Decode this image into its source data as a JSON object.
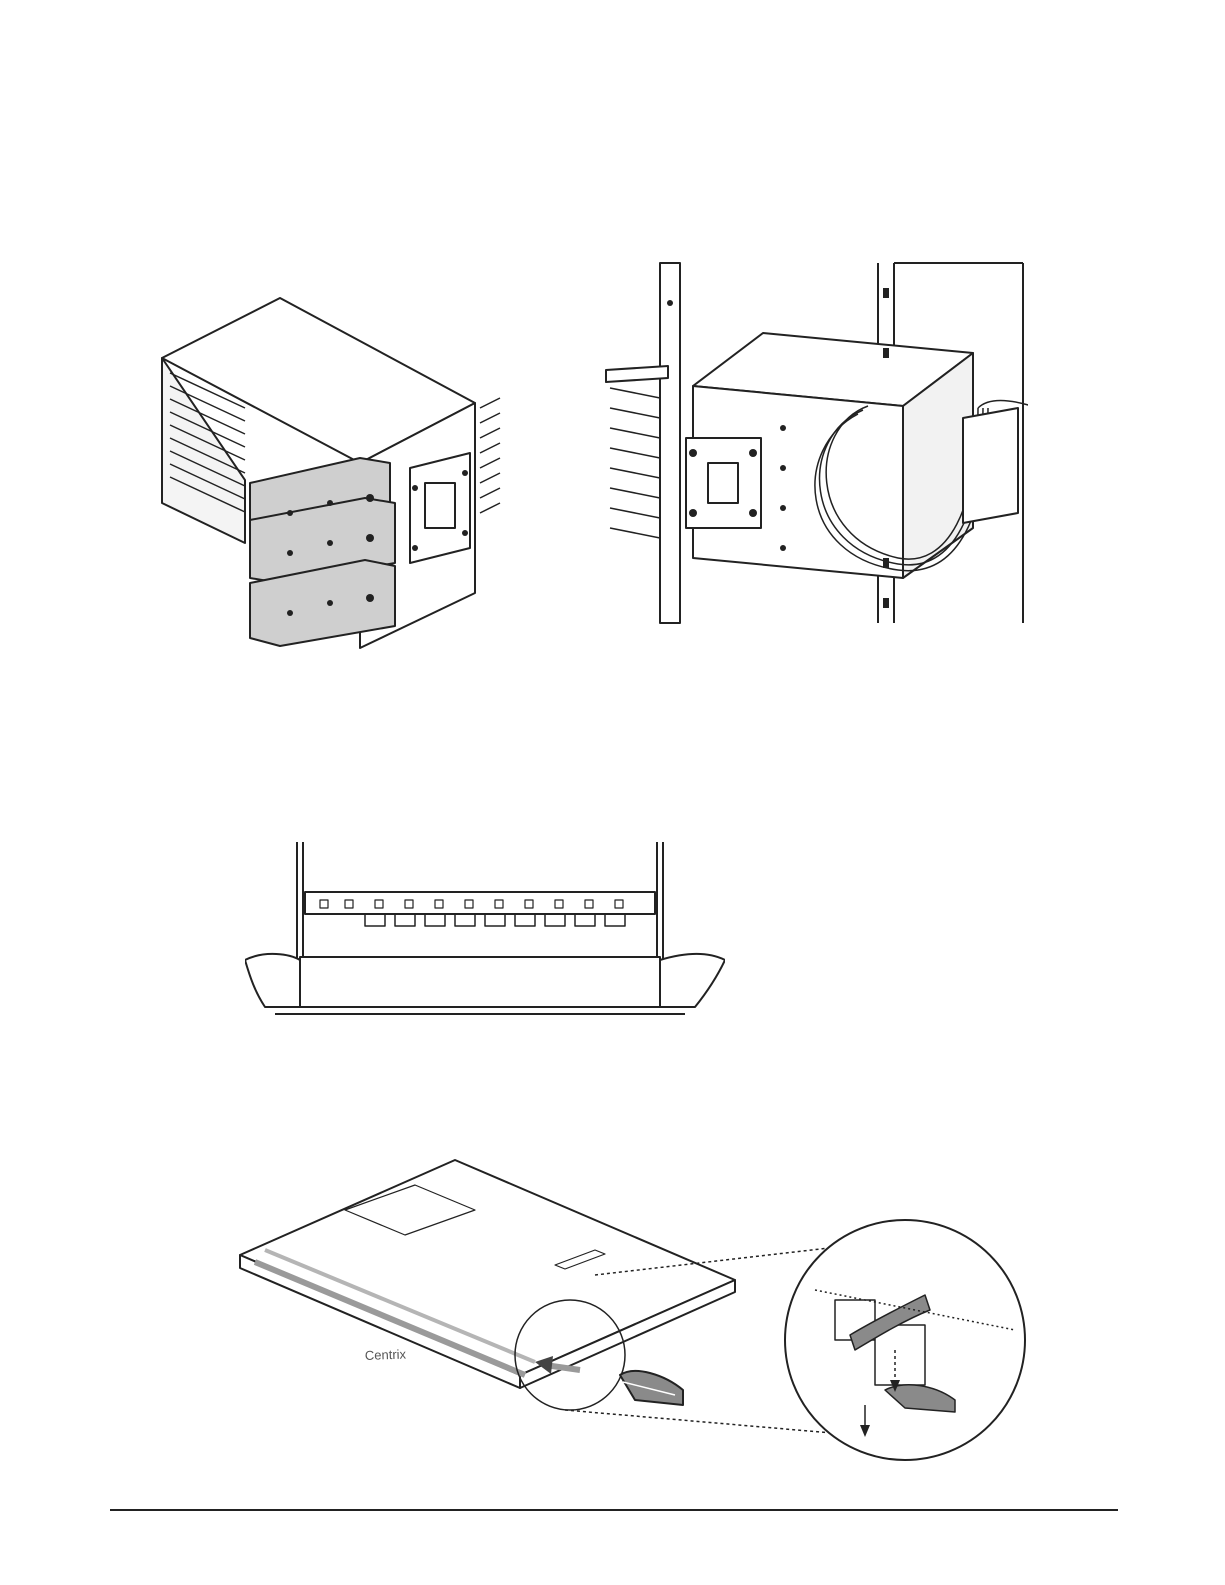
{
  "figures": [
    {
      "id": "cabinet-brackets",
      "icon": "cabinet-with-mounting-brackets"
    },
    {
      "id": "cabinet-rack-mounted",
      "icon": "cabinet-mounted-in-rack-with-cables"
    },
    {
      "id": "panel-front-view",
      "icon": "panel-front-view-open-doors"
    },
    {
      "id": "panel-clip-install",
      "icon": "panel-with-clip-install-detail"
    }
  ],
  "panel_label": "Centrix",
  "colors": {
    "line": "#222222",
    "shade": "#8a8a8a",
    "light_shade": "#cfcfcf"
  }
}
